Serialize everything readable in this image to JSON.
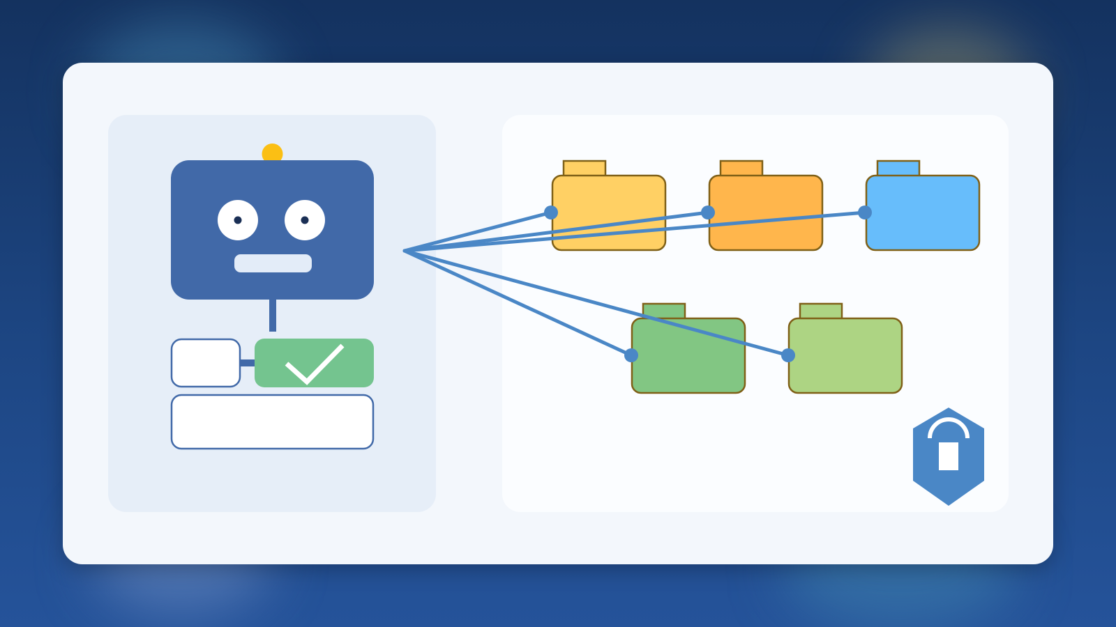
{
  "colors": {
    "background_top": "#14325f",
    "background_bottom": "#25539a",
    "card": "#f3f7fc",
    "left_panel": "#e6eef8",
    "right_panel": "#fbfdff",
    "robot_head": "#4169a8",
    "antenna": "#fbbf14",
    "connector_line": "#4a87c6",
    "check_block": "#74c48f",
    "shield": "#4a87c6",
    "folder_outline": "#7f6017"
  },
  "robot": {
    "icon": "robot-icon",
    "status": "check"
  },
  "folders": [
    {
      "name": "folder-1",
      "color": "#ffd064"
    },
    {
      "name": "folder-2",
      "color": "#ffb64c"
    },
    {
      "name": "folder-3",
      "color": "#67bdfb"
    },
    {
      "name": "folder-4",
      "color": "#82c683"
    },
    {
      "name": "folder-5",
      "color": "#add483"
    }
  ],
  "shield": {
    "icon": "shield-lock-icon"
  }
}
